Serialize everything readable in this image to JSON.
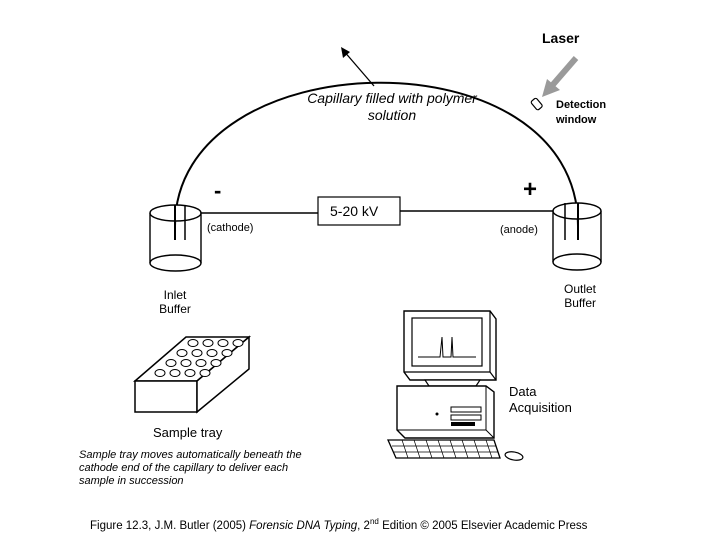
{
  "labels": {
    "laser": "Laser",
    "capillary_line1": "Capillary filled with polymer",
    "capillary_line2": "solution",
    "detection_line1": "Detection",
    "detection_line2": "window",
    "minus": "-",
    "plus": "+",
    "cathode": "(cathode)",
    "anode": "(anode)",
    "voltage": "5-20 kV",
    "inlet_line1": "Inlet",
    "inlet_line2": "Buffer",
    "outlet_line1": "Outlet",
    "outlet_line2": "Buffer",
    "data_line1": "Data",
    "data_line2": "Acquisition",
    "sample_tray": "Sample tray",
    "tray_note_line1": "Sample tray moves automatically beneath the",
    "tray_note_line2": "cathode end of the capillary to deliver each",
    "tray_note_line3": "sample in succession"
  },
  "caption": {
    "prefix": "Figure 12.3, J.M. Butler (2005) ",
    "title": "Forensic DNA Typing",
    "edition_number": ", 2",
    "edition_suffix": "nd",
    "rest": " Edition © 2005 Elsevier Academic Press"
  },
  "icons": {
    "laser_beam": "laser-beam-arrow-icon",
    "computer": "computer-workstation-icon"
  },
  "colors": {
    "ink": "#000000",
    "laser_arrow": "#9a9a9a",
    "screen": "#ffffff"
  }
}
